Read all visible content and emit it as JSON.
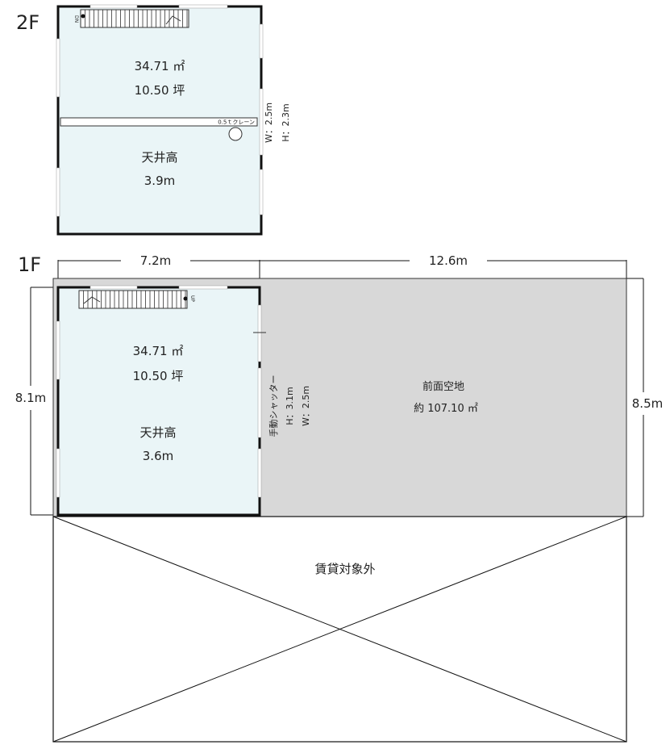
{
  "floor2": {
    "label": "2F",
    "area_m2": "34.71 ㎡",
    "area_tsubo": "10.50 坪",
    "ceiling_label": "天井高",
    "ceiling_value": "3.9m",
    "crane": "0.5ｔクレーン",
    "door_w": "W：2.5m",
    "door_h": "H：2.3m",
    "stair_mark": "DN"
  },
  "floor1": {
    "label": "1F",
    "width_left": "7.2m",
    "width_right": "12.6m",
    "depth_left": "8.1m",
    "depth_right": "8.5m",
    "area_m2": "34.71 ㎡",
    "area_tsubo": "10.50 坪",
    "ceiling_label": "天井高",
    "ceiling_value": "3.6m",
    "shutter": "手動シャッター",
    "shutter_h": "H：3.1m",
    "shutter_w": "W：2.5m",
    "front_label": "前面空地",
    "front_area": "約 107.10 ㎡",
    "stair_mark": "UP"
  },
  "excluded": {
    "label": "賃貸対象外"
  },
  "colors": {
    "room_fill": "#eaf5f7",
    "front_fill": "#d8d8d8",
    "wall": "#111111"
  }
}
